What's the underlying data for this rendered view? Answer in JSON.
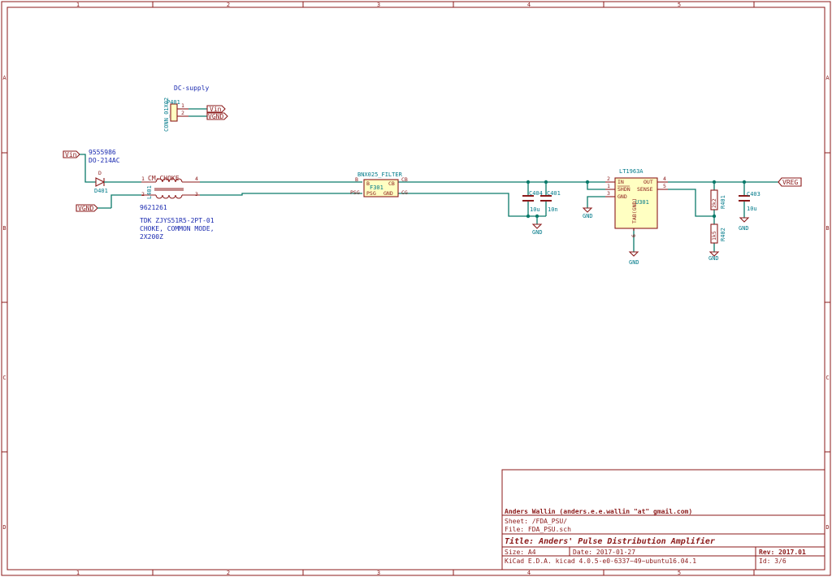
{
  "border": {
    "columns": [
      "1",
      "2",
      "3",
      "4",
      "5"
    ],
    "rows": [
      "A",
      "B",
      "C",
      "D"
    ]
  },
  "supply": {
    "title": "DC-supply",
    "ref": "P401",
    "value": "CONN_01X02",
    "pin1": "1",
    "pin2": "2",
    "label_vin": "Vin",
    "label_vgnd": "VGND"
  },
  "input": {
    "label_vin": "Vin",
    "label_vgnd": "VGND"
  },
  "diode": {
    "partnum": "9555986",
    "package": "DO-214AC",
    "pin_label": "D",
    "ref": "D401"
  },
  "choke": {
    "value": "CM-CHOKE",
    "ref": "L401",
    "pin1": "1",
    "pin2": "2",
    "pin3": "3",
    "pin4": "4",
    "partnum": "9621261",
    "desc1": "TDK  ZJYS51R5-2PT-01",
    "desc2": "CHOKE, COMMON MODE,",
    "desc3": "2X200Z"
  },
  "filter": {
    "value": "BNX025_FILTER",
    "ref": "F301",
    "pin_b": "B",
    "pin_cb": "CB",
    "pin_psg": "PSG",
    "pin_cg": "CG",
    "inner_b": "B",
    "inner_cb": "CB",
    "inner_psg": "PSG",
    "inner_gnd": "GND"
  },
  "caps": {
    "c404_ref": "C404",
    "c404_val": "10u",
    "c401_ref": "C401",
    "c401_val": "10n",
    "c403_ref": "C403",
    "c403_val": "10u"
  },
  "regulator": {
    "value": "LT1963A",
    "ref": "U301",
    "pin_in": "IN",
    "pin_shdn": "SHDN",
    "pin_gnd": "GND",
    "pin_out": "OUT",
    "pin_sense": "SENSE",
    "pin_tab": "TAB(GND)",
    "num2": "2",
    "num1": "1",
    "num3": "3",
    "num4": "4",
    "num5": "5",
    "num6": "6"
  },
  "resistors": {
    "r401_ref": "R401",
    "r401_val": "2k2",
    "r402_ref": "R402",
    "r402_val": "1k5"
  },
  "gnd_label": "GND",
  "output_label": "VREG",
  "title_block": {
    "author": "Anders Wallin (anders.e.e.wallin \"at\" gmail.com)",
    "sheet": "Sheet: /FDA_PSU/",
    "file": "File: FDA_PSU.sch",
    "title": "Title: Anders' Pulse Distribution Amplifier",
    "size": "Size: A4",
    "date": "Date: 2017-01-27",
    "rev": "Rev: 2017.01",
    "tool": "KiCad E.D.A.  kicad 4.0.5-e0-6337~49~ubuntu16.04.1",
    "id": "Id: 3/6"
  }
}
